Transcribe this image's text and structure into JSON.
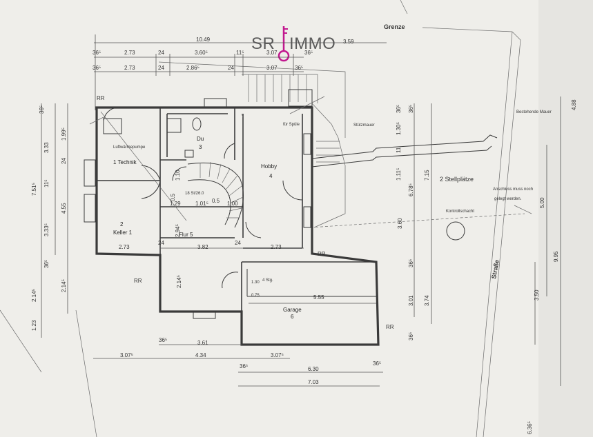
{
  "logo": {
    "left": "SR",
    "right": "IMMO",
    "accent_color": "#c2188f"
  },
  "labels": {
    "grenze": "Grenze",
    "strasse": "Straße",
    "bestehende_mauer": "Bestehende Mauer",
    "stuetzmauer": "Stützmauer",
    "stellplaetze": "2 Stellplätze",
    "anschluss_line1": "Anschluss muss noch",
    "anschluss_line2": "gelegt werden.",
    "kontrollschacht": "Kontrollschacht",
    "luftwaermepumpe": "Luftwärmepumpe",
    "fuer_spuele": "für Spüle",
    "stair_steps": "4 Stg.",
    "stair_ratio": "18 St/26.0",
    "rr": "RR"
  },
  "rooms": [
    {
      "name": "1 Technik"
    },
    {
      "name": "2",
      "sub": "Keller 1"
    },
    {
      "name": "Du",
      "sub": "3"
    },
    {
      "name": "Hobby",
      "sub": "4"
    },
    {
      "name": "Flur  5"
    },
    {
      "name": "Garage",
      "sub": "6"
    }
  ],
  "dimensions": {
    "top": [
      "10.49",
      "36⁵",
      "2.73",
      "24",
      "3.60⁵",
      "11⁵",
      "3.07",
      "36⁵",
      "3.59",
      "36⁵",
      "2.73",
      "24",
      "2.86⁵",
      "24",
      "3.07",
      "36⁵"
    ],
    "left": [
      "36⁵",
      "3.33",
      "24",
      "1.99⁵",
      "7.51⁵",
      "11⁵",
      "4.55",
      "3.33⁵",
      "36⁵",
      "2.14⁵",
      "2.14⁵",
      "1.23"
    ],
    "interior": [
      "1.10",
      "1.29",
      "1.01⁵",
      "0.5",
      "1.00",
      "0.5",
      "2.94⁵",
      "2.73",
      "24",
      "3.82",
      "24",
      "2.73",
      "2.14⁵",
      "1.30",
      "0.75",
      "5.55"
    ],
    "bottom": [
      "36⁵",
      "3.61",
      "3.07⁵",
      "4.34",
      "3.07⁵",
      "36⁵",
      "6.30",
      "36⁵",
      "7.03"
    ],
    "right": [
      "36⁵",
      "36⁵",
      "1.30⁵",
      "11",
      "1.11⁵",
      "6.78⁵",
      "7.15",
      "5.00",
      "9.95",
      "4.88",
      "3.60",
      "36⁵",
      "3.01",
      "3.74",
      "3.50",
      "36⁵",
      "6.36⁵"
    ]
  }
}
